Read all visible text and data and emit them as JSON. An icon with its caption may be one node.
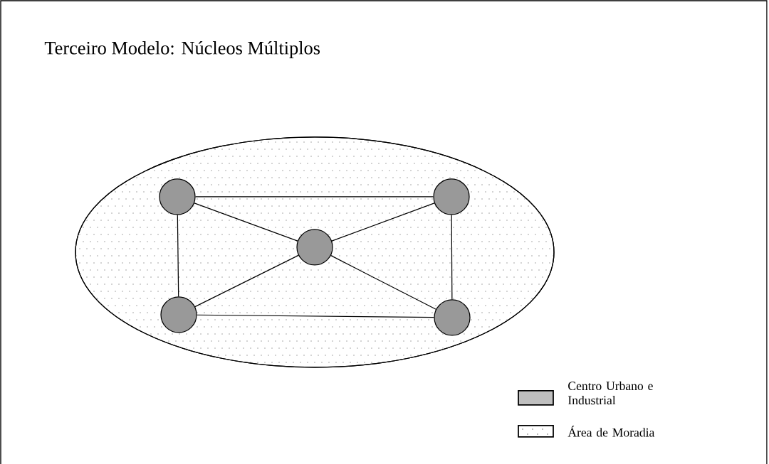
{
  "diagram": {
    "title": "Terceiro Modelo: Núcleos Múltiplos",
    "nodes": [
      {
        "text": [],
        "shape": "ellipse"
      },
      {
        "text": [],
        "shape": "circle",
        "in": 0
      },
      {
        "text": [],
        "shape": "circle",
        "in": 0
      },
      {
        "text": [],
        "shape": "circle",
        "in": 0
      },
      {
        "text": [],
        "shape": "circle",
        "in": 0
      },
      {
        "text": [],
        "shape": "circle",
        "in": 0
      }
    ],
    "edges": [
      {
        "from": 1,
        "to": 2,
        "arrow": "none"
      },
      {
        "from": 1,
        "to": 4,
        "arrow": "none"
      },
      {
        "from": 1,
        "to": 3,
        "arrow": "none"
      },
      {
        "from": 2,
        "to": 3,
        "arrow": "none"
      },
      {
        "from": 2,
        "to": 5,
        "arrow": "none"
      },
      {
        "from": 3,
        "to": 4,
        "arrow": "none"
      },
      {
        "from": 3,
        "to": 5,
        "arrow": "none"
      },
      {
        "from": 4,
        "to": 5,
        "arrow": "none"
      }
    ],
    "legend": [
      {
        "text": "Centro Urbano e Industrial",
        "color": "#bfbfbf"
      },
      {
        "text": "Área de Moradia"
      }
    ]
  }
}
